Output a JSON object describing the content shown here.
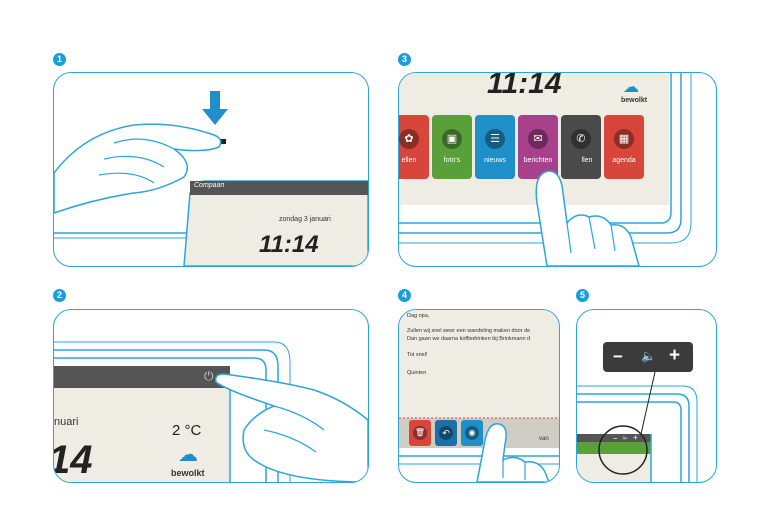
{
  "steps": [
    "1",
    "2",
    "3",
    "4",
    "5"
  ],
  "panel1": {
    "brand": "Compaan",
    "date": "zondag 3 januari",
    "time": "11:14"
  },
  "panel2": {
    "date_fragment": "nuari",
    "temperature": "2 °C",
    "weather": "bewolkt",
    "time_fragment": "14"
  },
  "panel3": {
    "time": "11:14",
    "weather": "bewolkt",
    "tiles": [
      {
        "label": "ellen",
        "color": "#d8453b",
        "icon": "puzzle-icon"
      },
      {
        "label": "foto's",
        "color": "#5aa03a",
        "icon": "photo-icon"
      },
      {
        "label": "nieuws",
        "color": "#1e8fc9",
        "icon": "news-icon"
      },
      {
        "label": "berichten",
        "color": "#a8418c",
        "icon": "envelope-icon"
      },
      {
        "label": "llen",
        "color": "#4a4a4a",
        "icon": "phone-icon"
      },
      {
        "label": "agenda",
        "color": "#d8453b",
        "icon": "calendar-icon"
      }
    ]
  },
  "panel4": {
    "greeting": "Dag opa,",
    "line1": "Zullen wij snel weer een wandeling maken door de",
    "line2": "Dan gaan we daarna koffiedrinken bij Brinkmann d",
    "line3": "Tot snel!",
    "signature": "Quinten",
    "footer_fragment": "van"
  },
  "panel5": {
    "minus": "−",
    "speaker": "🔈",
    "plus": "+"
  }
}
